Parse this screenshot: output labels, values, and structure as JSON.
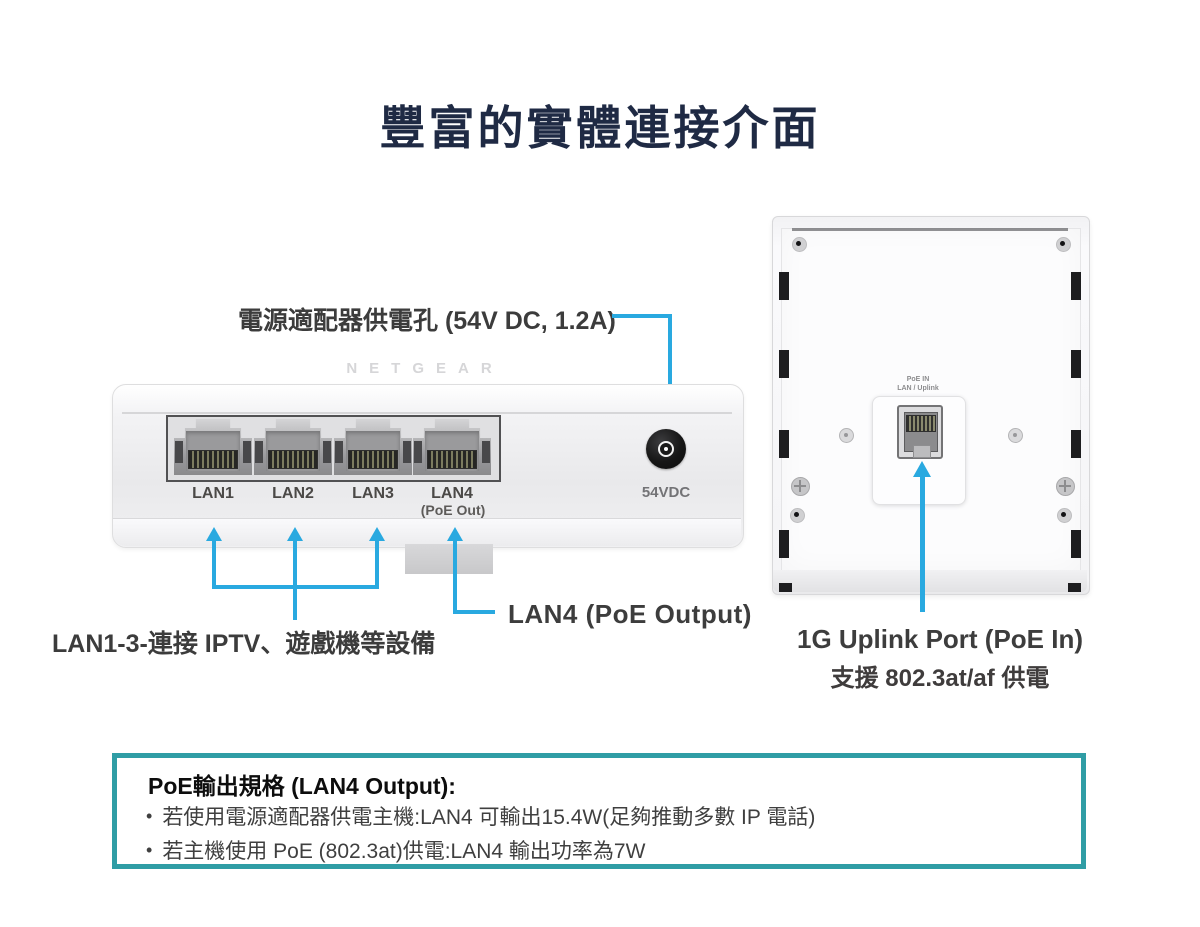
{
  "title": "豐富的實體連接介面",
  "colors": {
    "accent_blue": "#29a9e0",
    "spec_box_border": "#2f9da5",
    "title_navy": "#1f2a44"
  },
  "callouts": {
    "power": "電源適配器供電孔 (54V DC, 1.2A)",
    "lan13": "LAN1-3-連接 IPTV、遊戲機等設備",
    "lan4": "LAN4 (PoE Output)",
    "uplink_line1": "1G Uplink Port (PoE In)",
    "uplink_line2": "支援 802.3at/af 供電"
  },
  "switch_device": {
    "brand": "NETGEAR",
    "ports": [
      {
        "label": "LAN1"
      },
      {
        "label": "LAN2"
      },
      {
        "label": "LAN3"
      },
      {
        "label": "LAN4",
        "sublabel": "(PoE Out)"
      }
    ],
    "power_jack_label": "54VDC"
  },
  "wall_unit": {
    "port_label_line1": "PoE IN",
    "port_label_line2": "LAN / Uplink"
  },
  "spec_box": {
    "heading": "PoE輸出規格 (LAN4 Output):",
    "bullet_char": "•",
    "bullets": [
      "若使用電源適配器供電主機:LAN4 可輸出15.4W(足夠推動多數 IP 電話)",
      "若主機使用 PoE (802.3at)供電:LAN4 輸出功率為7W"
    ]
  }
}
